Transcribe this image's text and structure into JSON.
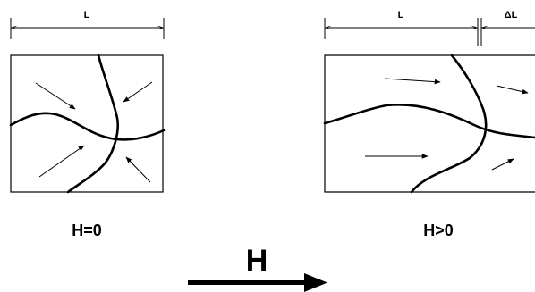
{
  "left_panel": {
    "length_label": "L",
    "state_label": "H=0"
  },
  "right_panel": {
    "length_label": "L",
    "elongation_label": "ΔL",
    "state_label": "H>0"
  },
  "field": {
    "label": "H"
  },
  "colors": {
    "ink": "#000000",
    "background": "#ffffff"
  }
}
